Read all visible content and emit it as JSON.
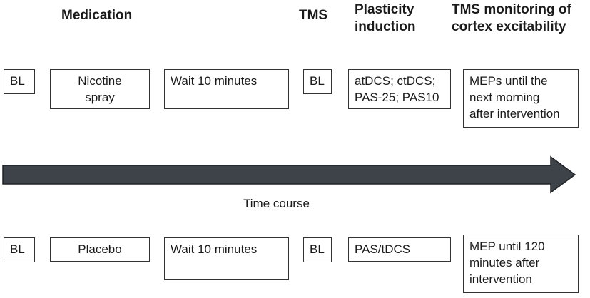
{
  "headers": {
    "medication": "Medication",
    "tms": "TMS",
    "plasticity": "Plasticity\ninduction",
    "monitoring": "TMS monitoring of\ncortex excitability"
  },
  "top_row": {
    "bl1": "BL",
    "medication": "Nicotine\nspray",
    "wait": "Wait 10 minutes",
    "bl2": "BL",
    "plasticity": "atDCS; ctDCS;\nPAS-25; PAS10",
    "monitoring": "MEPs until the\nnext morning\nafter intervention"
  },
  "timeline": {
    "label": "Time course",
    "arrow_color": "#3d4349"
  },
  "bottom_row": {
    "bl1": "BL",
    "medication": "Placebo",
    "wait": "Wait 10 minutes",
    "bl2": "BL",
    "plasticity": "PAS/tDCS",
    "monitoring": "MEP until 120\nminutes after\nintervention"
  }
}
